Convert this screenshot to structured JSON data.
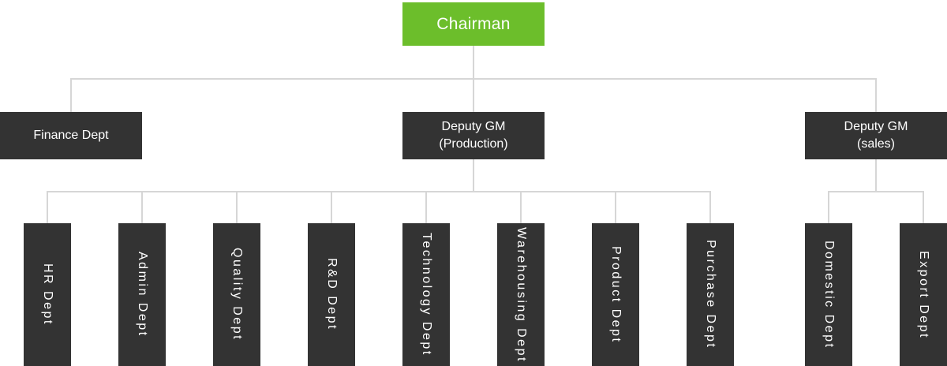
{
  "org_chart": {
    "colors": {
      "root_bg": "#6cbe2b",
      "dept_bg": "#333333",
      "node_text": "#ffffff",
      "connector": "#d6d6d6"
    },
    "root": {
      "label": "Chairman"
    },
    "level2": [
      {
        "label": "Finance Dept",
        "lines": [
          "Finance Dept"
        ]
      },
      {
        "label": "Deputy GM (Production)",
        "lines": [
          "Deputy GM",
          "(Production)"
        ]
      },
      {
        "label": "Deputy GM (sales)",
        "lines": [
          "Deputy GM",
          "(sales)"
        ]
      }
    ],
    "level3_production": [
      "HR Dept",
      "Admin Dept",
      "Quality Dept",
      "R&D Dept",
      "Technology Dept",
      "Warehousing Dept",
      "Product Dept",
      "Purchase Dept"
    ],
    "level3_sales": [
      "Domestic Dept",
      "Export Dept"
    ]
  }
}
